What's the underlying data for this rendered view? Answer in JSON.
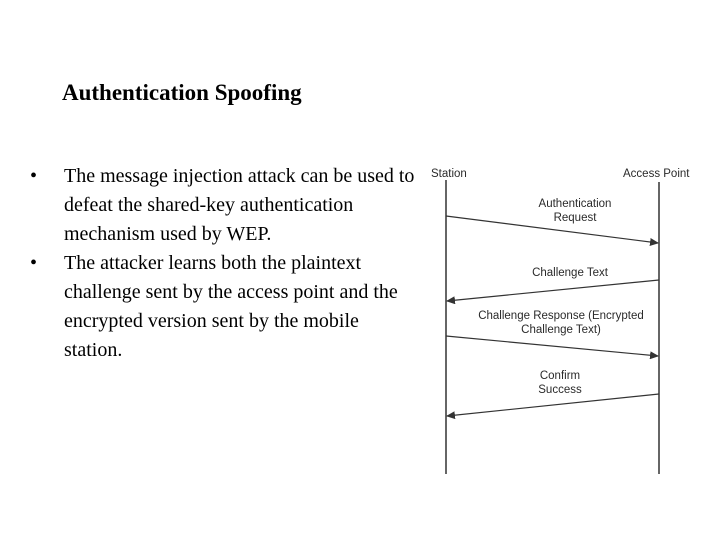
{
  "title": "Authentication Spoofing",
  "bullets": [
    "The message injection attack can be used to defeat the shared-key authentication mechanism used by WEP.",
    "The attacker learns both the plaintext challenge sent by the access point and the encrypted version sent by the mobile station."
  ],
  "bullet_symbol": "•",
  "diagram": {
    "station_label": "Station",
    "access_point_label": "Access Point",
    "messages": [
      {
        "line1": "Authentication",
        "line2": "Request",
        "direction": "station-to-ap"
      },
      {
        "line1": "Challenge Text",
        "line2": "",
        "direction": "ap-to-station"
      },
      {
        "line1": "Challenge Response (Encrypted",
        "line2": "Challenge Text)",
        "direction": "station-to-ap"
      },
      {
        "line1": "Confirm",
        "line2": "Success",
        "direction": "ap-to-station"
      }
    ],
    "line_color": "#333333"
  }
}
